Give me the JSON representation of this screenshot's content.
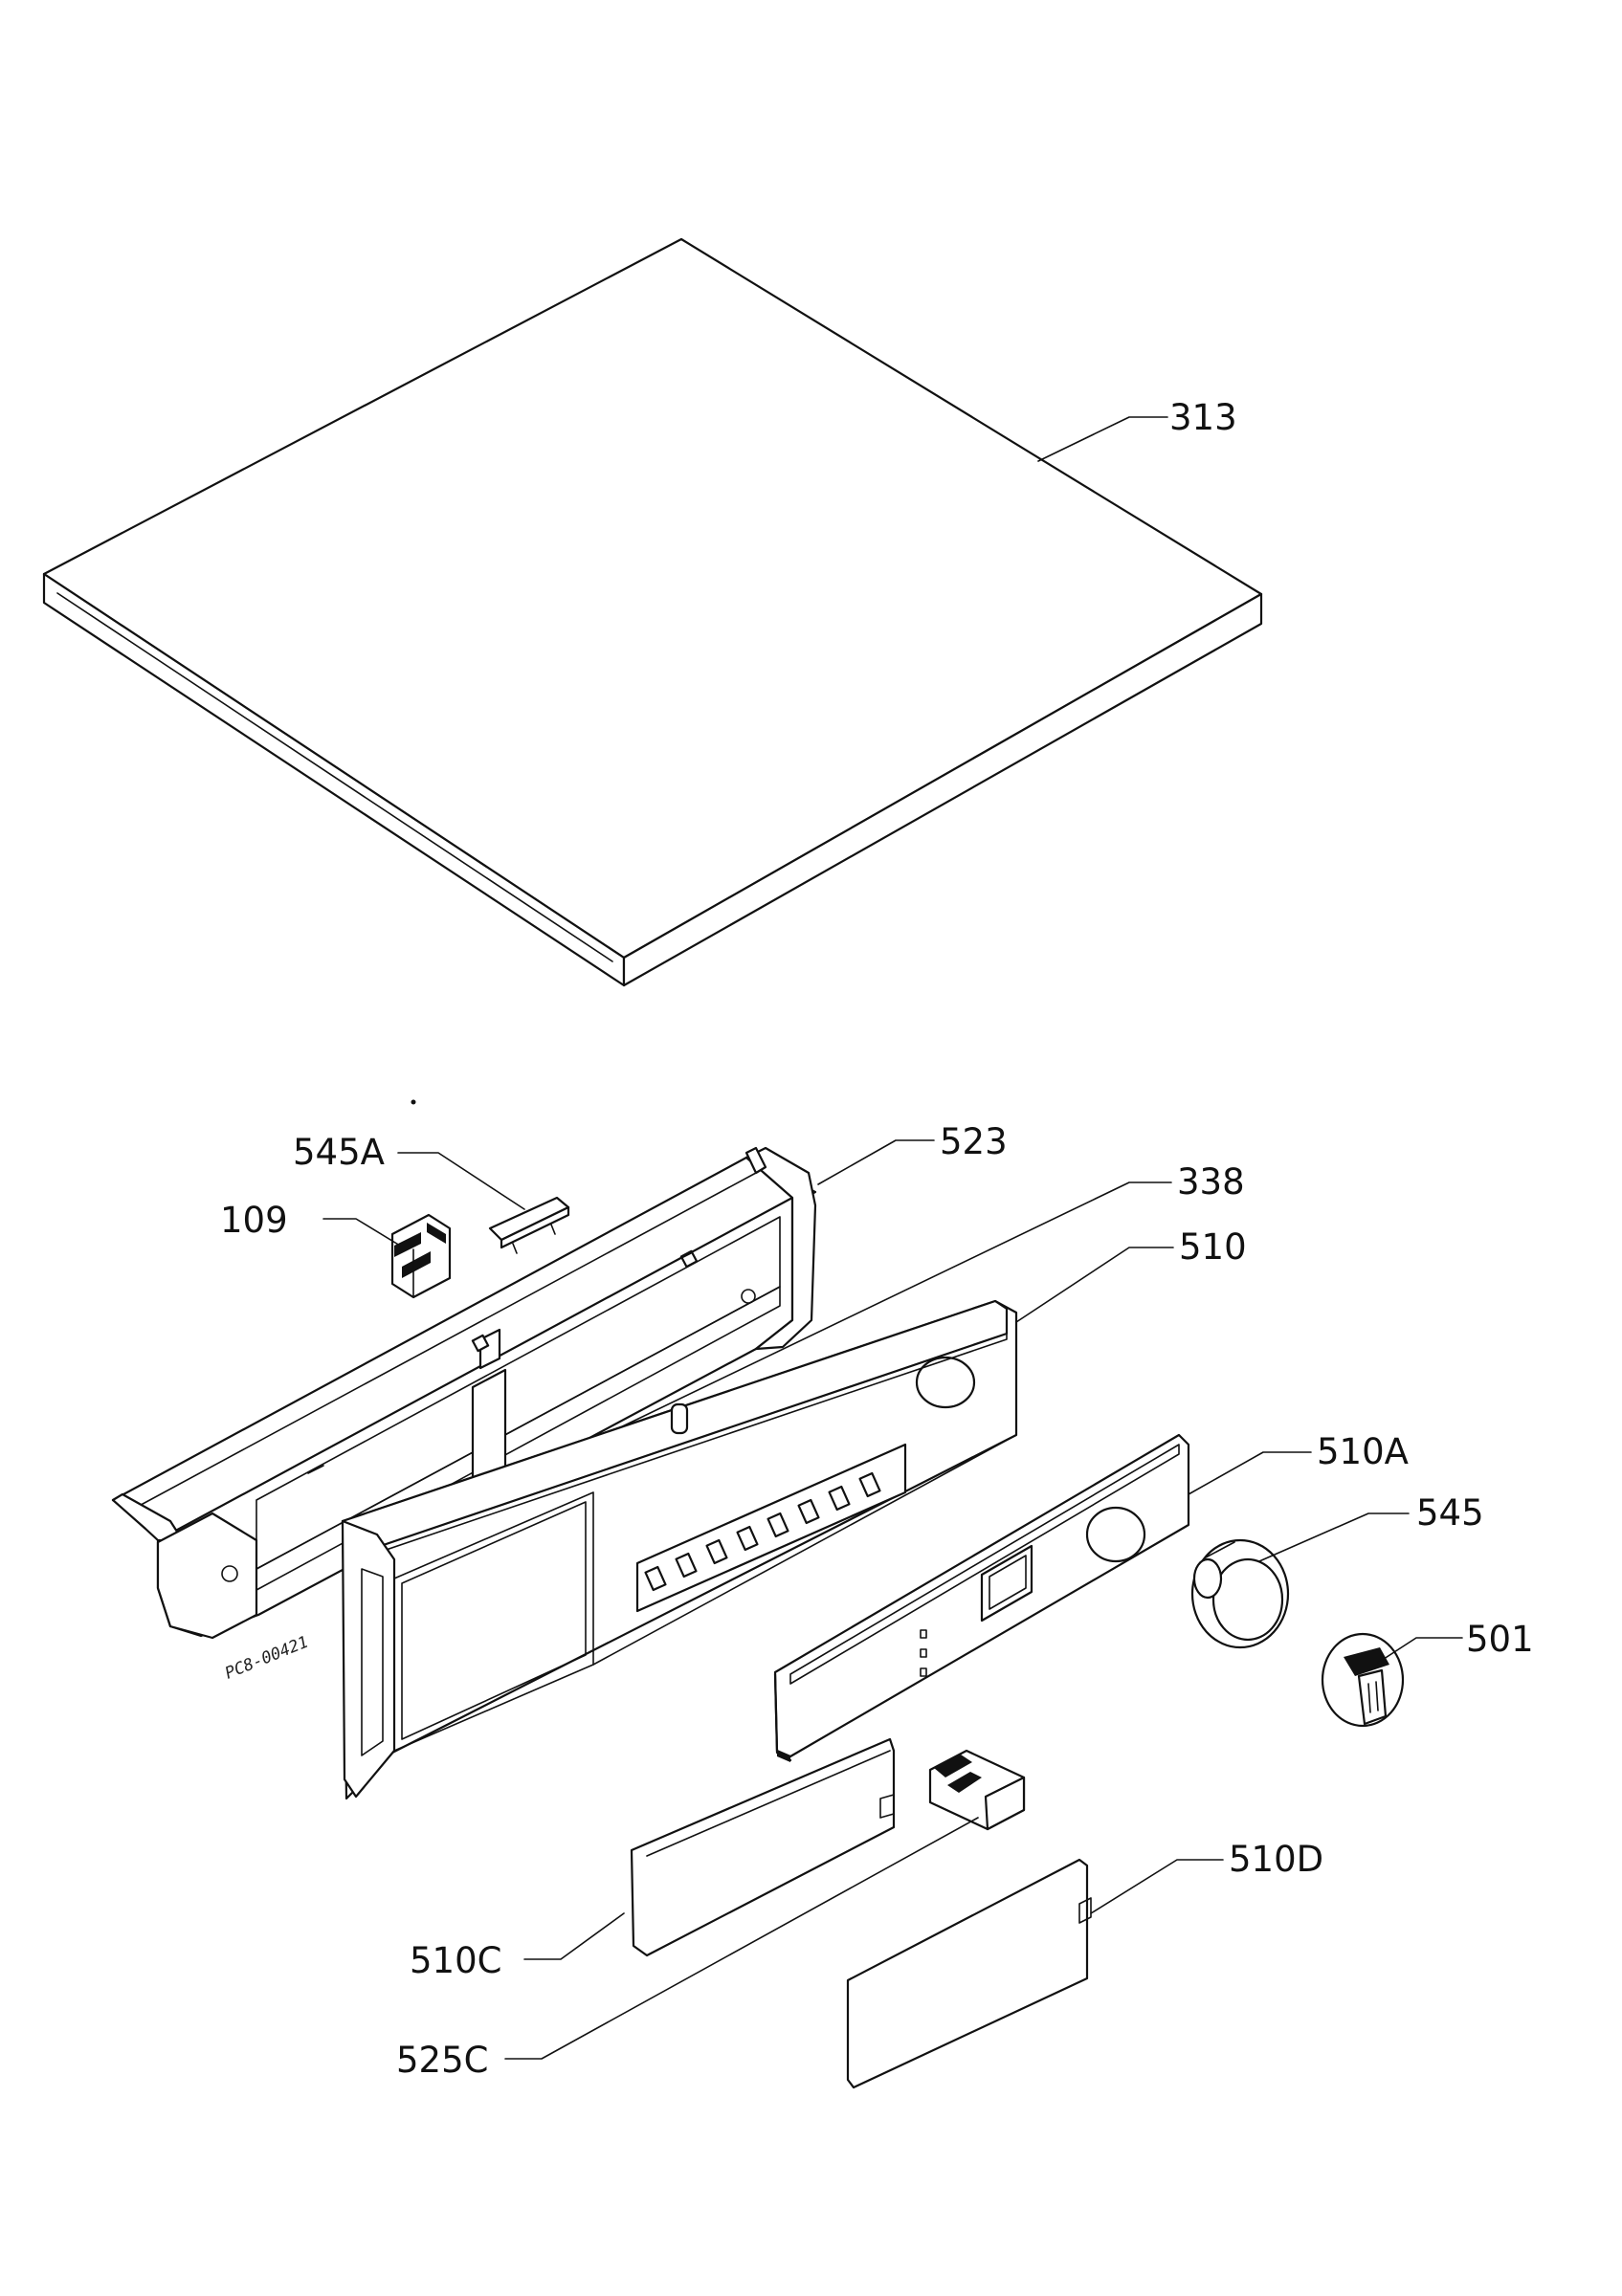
{
  "labels": {
    "p313": "313",
    "p545A": "545A",
    "p523": "523",
    "p338": "338",
    "p109": "109",
    "p510": "510",
    "p510A": "510A",
    "p545": "545",
    "p501": "501",
    "p510D": "510D",
    "p510C": "510C",
    "p525C": "525C"
  },
  "drawing_code": "PC8-00421"
}
